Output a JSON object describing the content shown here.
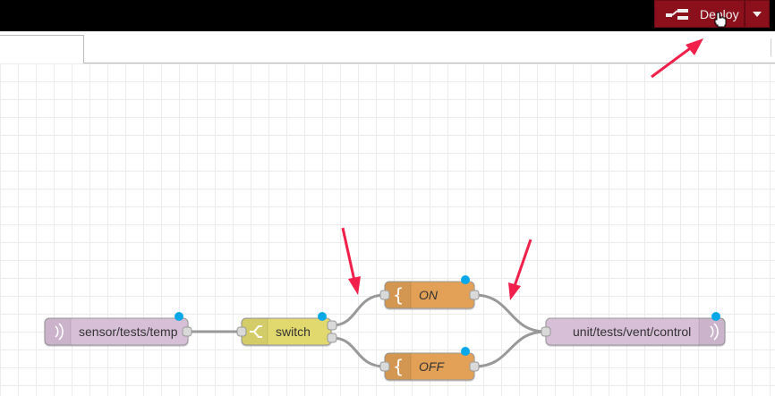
{
  "header": {
    "deploy_label": "Deploy",
    "deploy_icon": "deploy-icon",
    "deploy_menu_icon": "caret-down-icon",
    "color": "#8c101c"
  },
  "flow": {
    "nodes": [
      {
        "id": "mqtt-in",
        "label": "sensor/tests/temp",
        "color": "#d8bfd8",
        "icon": "mqtt-icon"
      },
      {
        "id": "switch",
        "label": "switch",
        "color": "#e2d96e",
        "icon": "switch-icon"
      },
      {
        "id": "change-on",
        "label": "ON",
        "color": "#e2a157",
        "icon": "brace-icon"
      },
      {
        "id": "change-off",
        "label": "OFF",
        "color": "#e2a157",
        "icon": "brace-icon"
      },
      {
        "id": "mqtt-out",
        "label": "unit/tests/vent/control",
        "color": "#d8bfd8",
        "icon": "mqtt-icon"
      }
    ],
    "changed_indicator_color": "#00a8e8",
    "wire_color": "#999999",
    "annotation_color": "#f0204a"
  }
}
